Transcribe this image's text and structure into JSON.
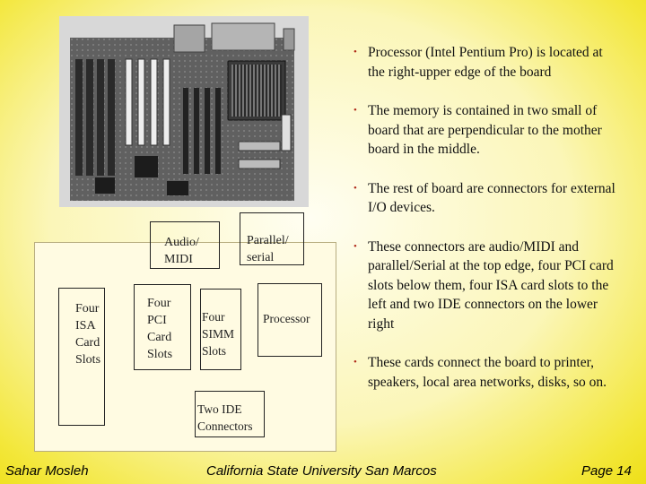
{
  "board_photo": {
    "alt": "Motherboard photograph"
  },
  "diagram": {
    "audio_midi": "Audio/\nMIDI",
    "parallel_serial": "Parallel/\nserial",
    "isa_slots": "Four\nISA\nCard\nSlots",
    "pci_slots": "Four\nPCI\nCard\nSlots",
    "simm_slots": "Four\nSIMM\nSlots",
    "processor": "Processor",
    "ide_connectors": "Two IDE\nConnectors"
  },
  "bullets": [
    "Processor (Intel Pentium Pro) is located at the right-upper edge of the board",
    "The memory is contained in two small of board that are perpendicular to the mother board in the middle.",
    "The rest of board are connectors for external I/O devices.",
    "These connectors are audio/MIDI and parallel/Serial at the top edge, four PCI card slots below them, four ISA card slots to the left and two IDE connectors on the lower right",
    "These cards connect the board to printer, speakers, local area networks, disks, so on."
  ],
  "footer": {
    "author": "Sahar Mosleh",
    "university": "California State University San Marcos",
    "page": "Page 14"
  },
  "colors": {
    "background_center": "#fffef2",
    "background_edge": "#eedf18",
    "bullet": "#b02a1a"
  }
}
